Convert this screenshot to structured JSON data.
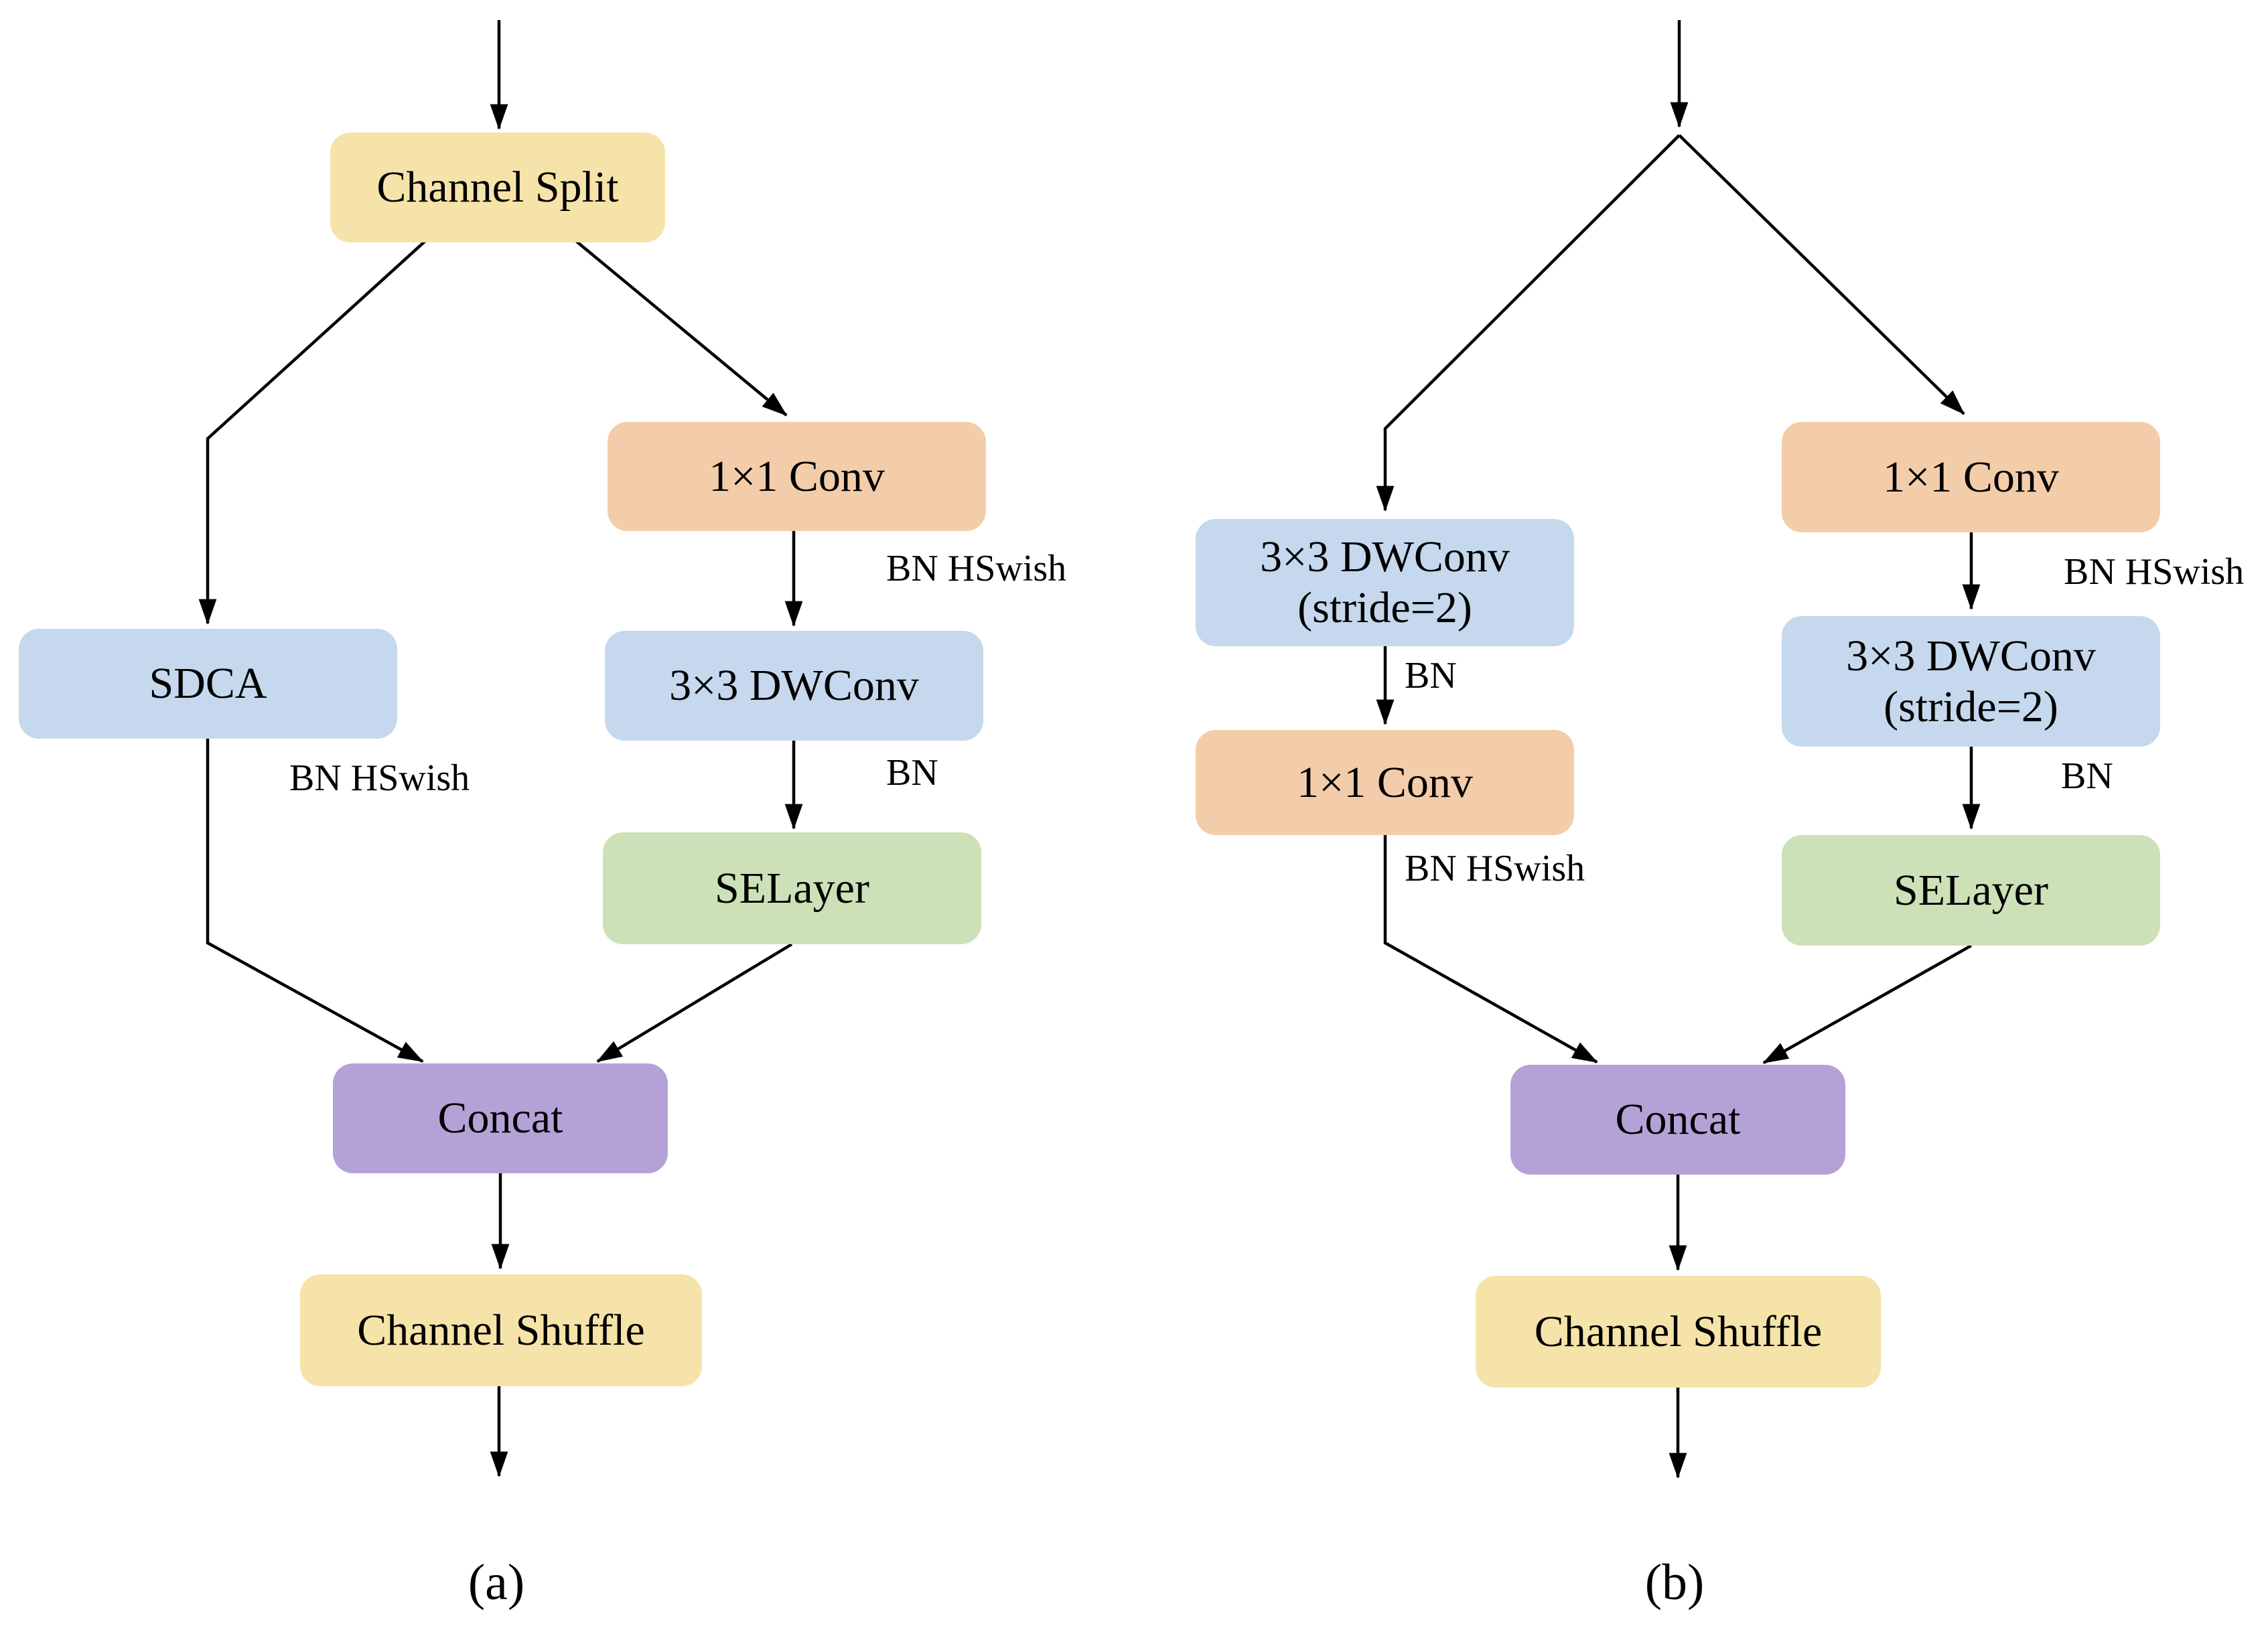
{
  "colors": {
    "box_yellow": "#F6E3A9",
    "box_blue": "#C5D8ED",
    "box_orange": "#F3CDA9",
    "box_green": "#CCE1B7",
    "box_purple": "#B4A2D7",
    "line": "#000000"
  },
  "a": {
    "caption": "(a)",
    "channel_split": "Channel Split",
    "sdca": "SDCA",
    "bn_hswish_left": "BN HSwish",
    "conv1": "1×1 Conv",
    "bn_hswish_right": "BN HSwish",
    "dwconv": "3×3 DWConv",
    "bn": "BN",
    "selayer": "SELayer",
    "concat": "Concat",
    "channel_shuffle": "Channel Shuffle"
  },
  "b": {
    "caption": "(b)",
    "dwconv_left_line1": "3×3 DWConv",
    "dwconv_left_line2": "(stride=2)",
    "bn_left": "BN",
    "conv1_left": "1×1 Conv",
    "bn_hswish_left": "BN HSwish",
    "conv1_right": "1×1 Conv",
    "bn_hswish_right": "BN HSwish",
    "dwconv_right_line1": "3×3 DWConv",
    "dwconv_right_line2": "(stride=2)",
    "bn_right": "BN",
    "selayer": "SELayer",
    "concat": "Concat",
    "channel_shuffle": "Channel Shuffle"
  }
}
